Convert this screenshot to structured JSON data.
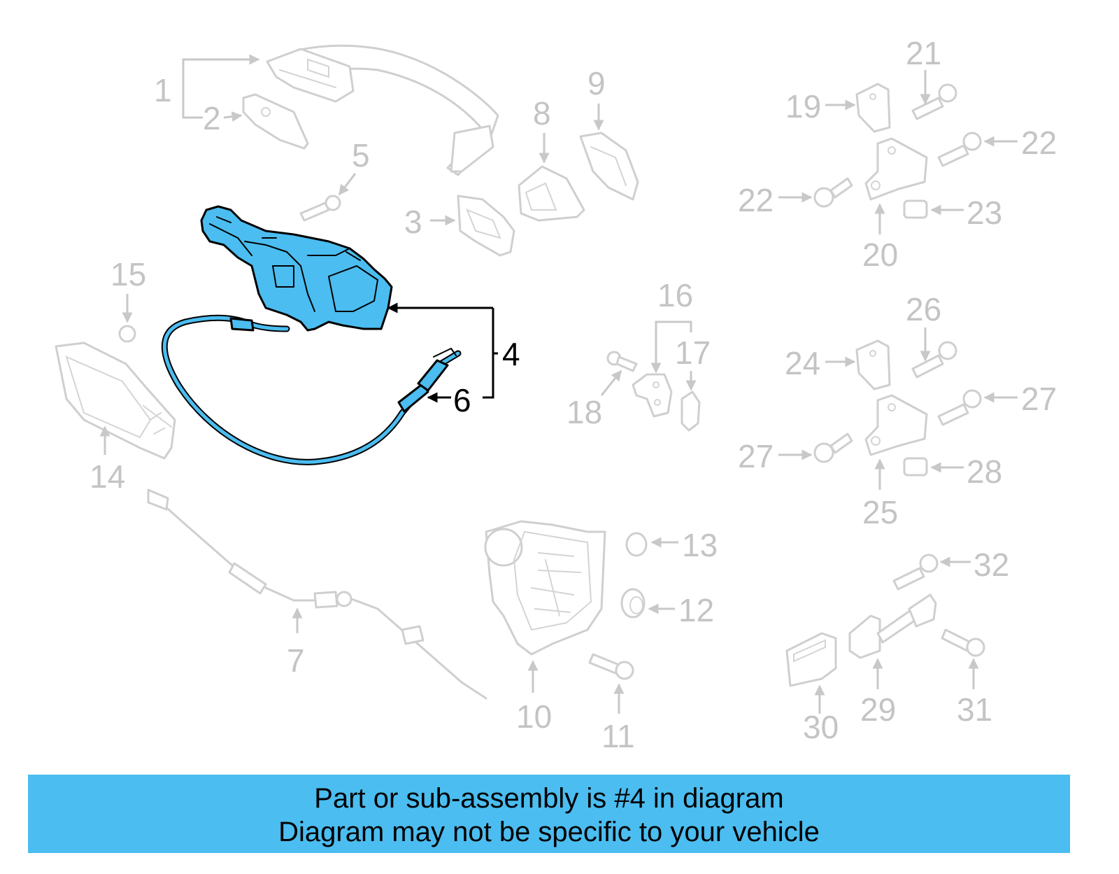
{
  "callouts": {
    "c1": "1",
    "c2": "2",
    "c3": "3",
    "c4": "4",
    "c5": "5",
    "c6": "6",
    "c7": "7",
    "c8": "8",
    "c9": "9",
    "c10": "10",
    "c11": "11",
    "c12": "12",
    "c13": "13",
    "c14": "14",
    "c15": "15",
    "c16": "16",
    "c17": "17",
    "c18": "18",
    "c19": "19",
    "c20": "20",
    "c21": "21",
    "c22a": "22",
    "c22b": "22",
    "c23": "23",
    "c24": "24",
    "c25": "25",
    "c26": "26",
    "c27a": "27",
    "c27b": "27",
    "c28": "28",
    "c29": "29",
    "c30": "30",
    "c31": "31",
    "c32": "32"
  },
  "highlighted_part": "4",
  "colors": {
    "highlight": "#4bbdf0",
    "ghost": "#cfcfcf",
    "label_ghost": "#c4c4c4"
  },
  "banner": {
    "line1": "Part or sub-assembly is #4 in diagram",
    "line2": "Diagram may not be specific to your vehicle"
  }
}
